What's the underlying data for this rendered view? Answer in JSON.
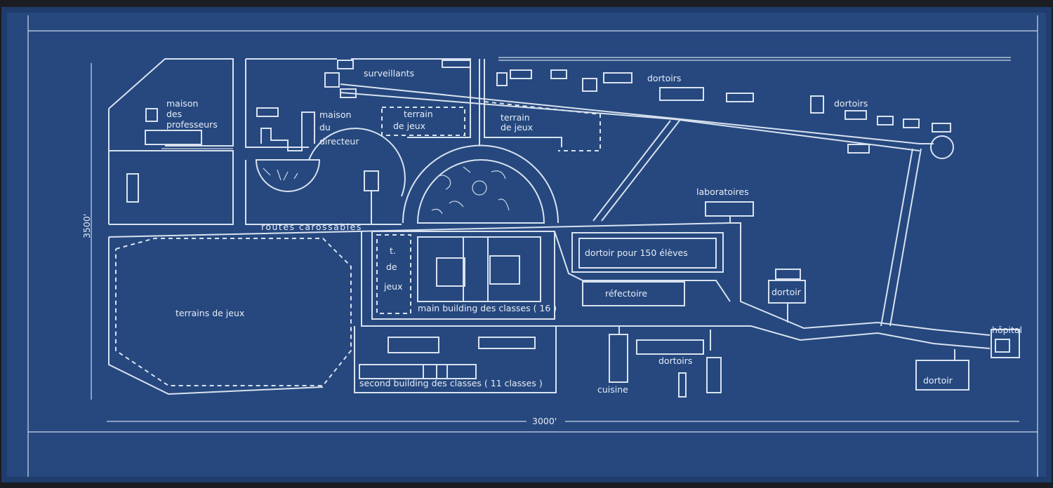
{
  "title": "site plan blueprint",
  "colors": {
    "paper": "#26487f",
    "ink": "#d9e2ef",
    "edge": "#1b1d22"
  },
  "dimensions": {
    "width": "3000'",
    "height": "3500'"
  },
  "labels": {
    "maison_professeurs_1": "maison",
    "maison_professeurs_2": "des",
    "maison_professeurs_3": "professeurs",
    "surveillants": "surveillants",
    "maison_directeur_1": "maison",
    "maison_directeur_2": "du",
    "maison_directeur_3": "directeur",
    "terrain1_1": "terrain",
    "terrain1_2": "de  jeux",
    "terrain2_1": "terrain",
    "terrain2_2": "de  jeux",
    "dortoirs_top": "dortoirs",
    "dortoirs_right": "dortoirs",
    "laboratoires": "laboratoires",
    "routes": "routes   carossables",
    "dortoir_150": "dortoir pour 150 élèves",
    "refectoire": "réfectoire",
    "dortoir_mid": "dortoir",
    "hopital": "hôpital",
    "dortoir_bottom_right": "dortoir",
    "t_de_jeux_1": "t.",
    "t_de_jeux_2": "de",
    "t_de_jeux_3": "jeux",
    "main_building": "main building des classes  ( 16 )",
    "terrains_de_jeux": "terrains  de  jeux",
    "second_building": "second building des classes   ( 11 classes )",
    "cuisine": "cuisine",
    "dortoirs_bottom": "dortoirs"
  }
}
